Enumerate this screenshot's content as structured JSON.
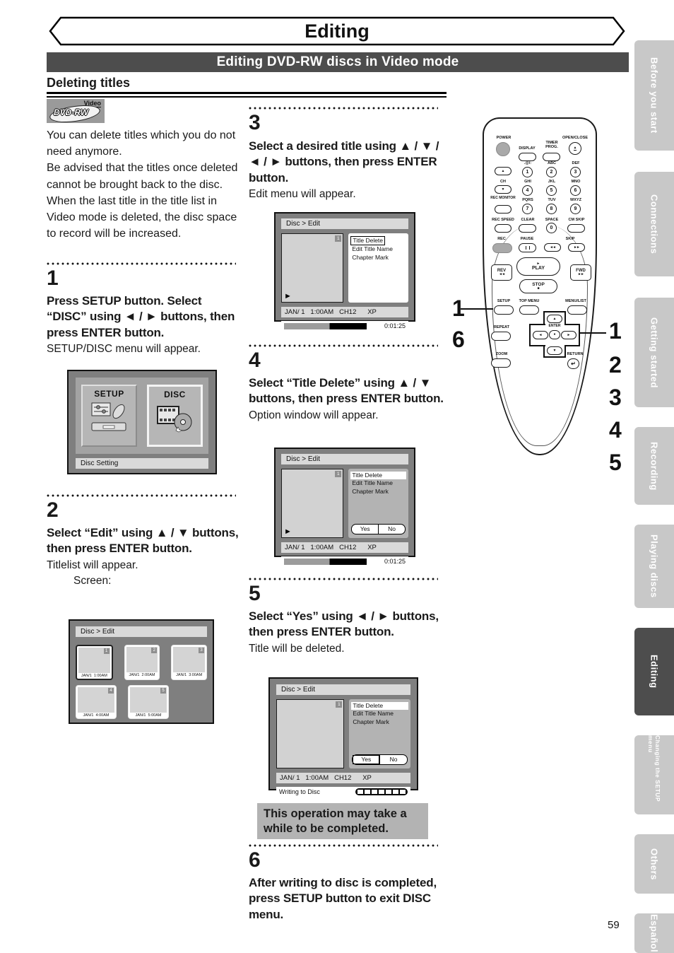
{
  "page": {
    "banner_title": "Editing",
    "section_title": "Editing DVD-RW discs in Video mode",
    "heading": "Deleting titles",
    "number": "59"
  },
  "colors": {
    "section_bar": "#4d4d4d",
    "sidebar_tab": "#c8c8c8",
    "sidebar_active_tab": "#4d4d4d",
    "note_bg": "#b3b3b3"
  },
  "logo": {
    "video": "Video",
    "disc": "DVD-RW"
  },
  "intro": "You can delete titles which you do not need anymore.\nBe advised that the titles once deleted cannot be brought back to the disc.\nWhen the last title in the title list in Video mode is deleted, the disc space to record will be increased.",
  "steps": [
    {
      "num": "1",
      "bold": "Press SETUP button. Select “DISC” using ◄ / ► buttons, then press ENTER button.",
      "normal": "SETUP/DISC menu will appear."
    },
    {
      "num": "2",
      "bold": "Select “Edit” using ▲ / ▼ buttons, then press ENTER button.",
      "normal": "Titlelist will appear.",
      "extra": "Screen:"
    },
    {
      "num": "3",
      "bold": "Select a desired title using ▲ / ▼ / ◄ / ► buttons, then press ENTER button.",
      "normal": "Edit menu will appear."
    },
    {
      "num": "4",
      "bold": "Select “Title Delete” using ▲ / ▼ buttons, then press ENTER button.",
      "normal": "Option window will appear."
    },
    {
      "num": "5",
      "bold": "Select “Yes” using ◄ / ► buttons, then press ENTER button.",
      "normal": "Title will be deleted."
    },
    {
      "num": "6",
      "bold": "After writing to disc is completed, press SETUP button to exit DISC menu.",
      "normal": ""
    }
  ],
  "note": "This operation may take a while to be completed.",
  "screens": {
    "setup": {
      "setup_label": "SETUP",
      "disc_label": "DISC",
      "status": "Disc Setting"
    },
    "titlelist": {
      "header": "Disc > Edit",
      "titles": [
        {
          "n": "1",
          "t": "JAN/1  1:00AM"
        },
        {
          "n": "2",
          "t": "JAN/1  2:00AM"
        },
        {
          "n": "3",
          "t": "JAN/1  3:00AM"
        },
        {
          "n": "4",
          "t": "JAN/1  4:00AM"
        },
        {
          "n": "5",
          "t": "JAN/1  5:00AM"
        }
      ]
    },
    "edit": {
      "header": "Disc > Edit",
      "badge": "1",
      "menu": [
        "Title Delete",
        "Edit Title Name",
        "Chapter Mark"
      ],
      "info": "JAN/ 1   1:00AM   CH12      XP",
      "counter": "0:01:25",
      "yes": "Yes",
      "no": "No",
      "writing": "Writing to Disc"
    }
  },
  "remote": {
    "buttons": {
      "power": "POWER",
      "display": "DISPLAY",
      "timer_prog": "TIMER PROG.",
      "open_close": "OPEN/CLOSE",
      "ch": "CH",
      "rec_monitor": "REC MONITOR",
      "rec_speed": "REC SPEED",
      "clear": "CLEAR",
      "cm_skip": "CM SKIP",
      "rec": "REC",
      "pause": "PAUSE",
      "skip": "SKIP",
      "play": "PLAY",
      "stop": "STOP",
      "rev": "REV",
      "fwd": "FWD",
      "setup": "SETUP",
      "top_menu": "TOP MENU",
      "menu_list": "MENU/LIST",
      "repeat": "REPEAT",
      "enter": "ENTER",
      "zoom": "ZOOM",
      "return": "RETURN"
    },
    "digits": [
      {
        "l": ".@/:",
        "d": "1"
      },
      {
        "l": "ABC",
        "d": "2"
      },
      {
        "l": "DEF",
        "d": "3"
      },
      {
        "l": "GHI",
        "d": "4"
      },
      {
        "l": "JKL",
        "d": "5"
      },
      {
        "l": "MNO",
        "d": "6"
      },
      {
        "l": "PQRS",
        "d": "7"
      },
      {
        "l": "TUV",
        "d": "8"
      },
      {
        "l": "WXYZ",
        "d": "9"
      },
      {
        "l": "SPACE",
        "d": "0"
      }
    ],
    "callouts_left": [
      "1",
      "6"
    ],
    "callouts_right": [
      "1",
      "2",
      "3",
      "4",
      "5"
    ]
  },
  "sidebar": {
    "tabs": [
      {
        "label": "Before you start"
      },
      {
        "label": "Connections"
      },
      {
        "label": "Getting started"
      },
      {
        "label": "Recording"
      },
      {
        "label": "Playing discs"
      },
      {
        "label": "Editing"
      },
      {
        "label": "Changing the SETUP menu"
      },
      {
        "label": "Others"
      },
      {
        "label": "Español"
      }
    ]
  }
}
